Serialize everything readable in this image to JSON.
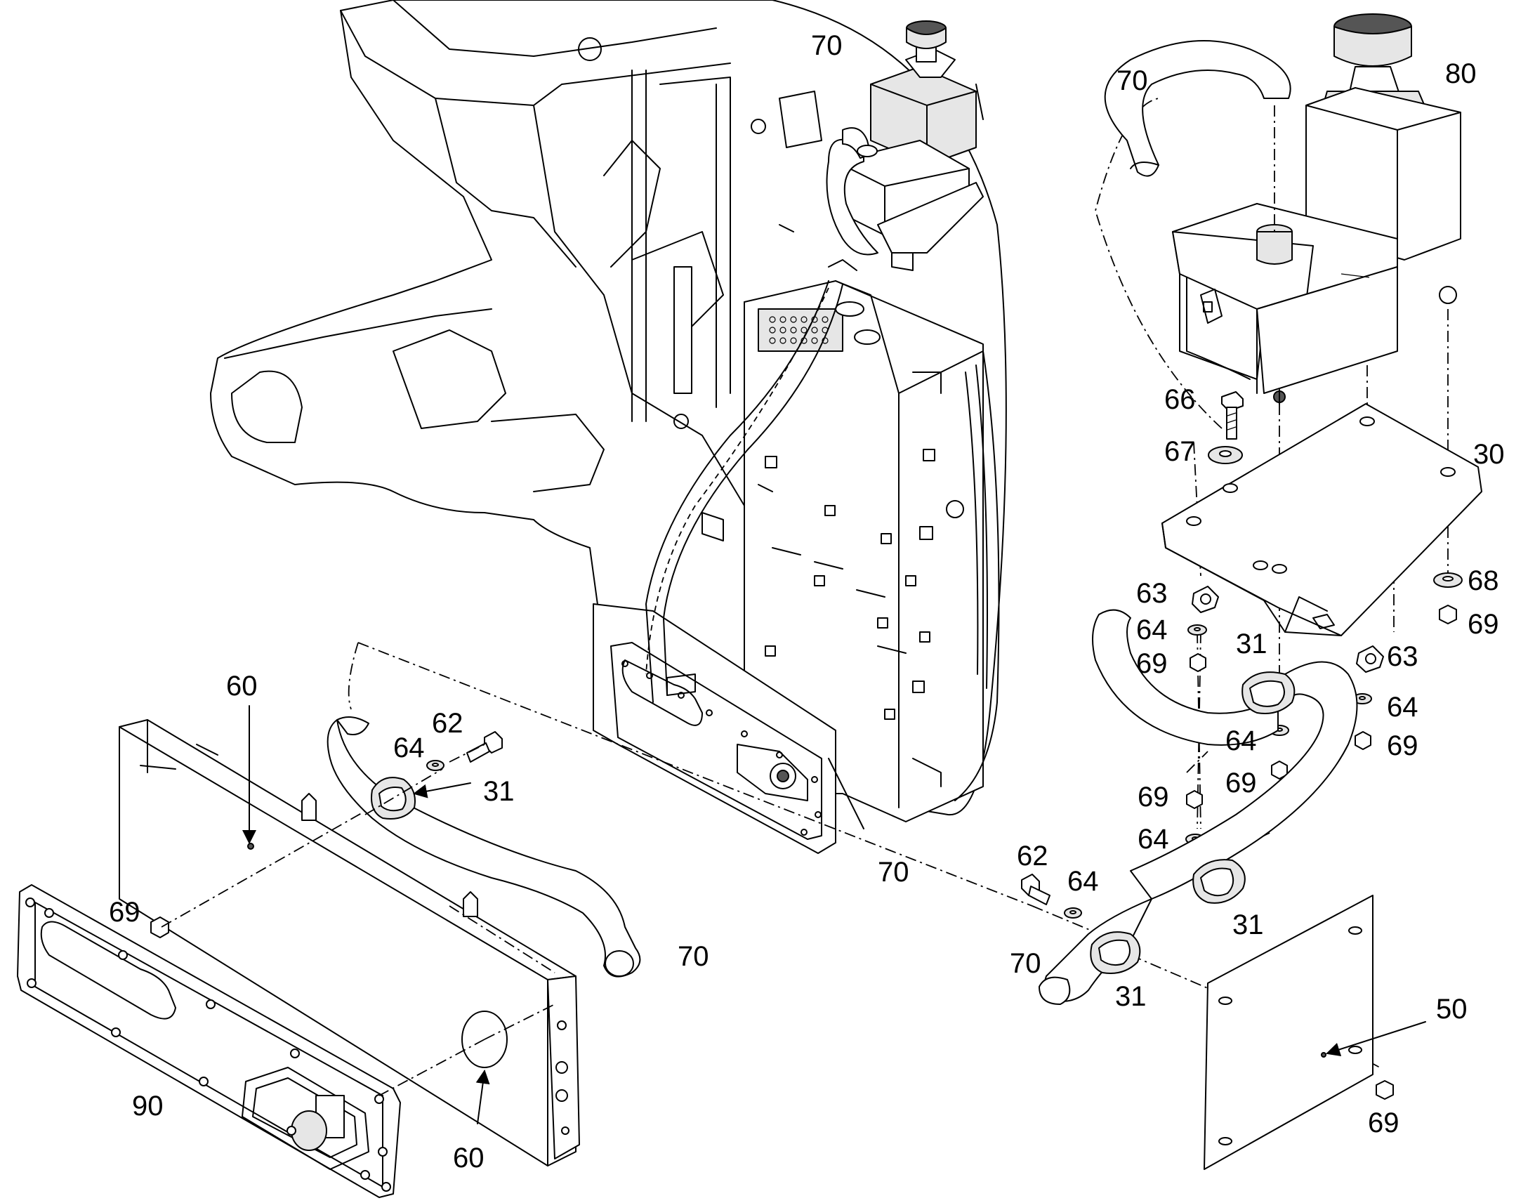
{
  "diagram": {
    "callouts": [
      {
        "id": "c-70-top",
        "text": "70"
      },
      {
        "id": "c-70-tr",
        "text": "70"
      },
      {
        "id": "c-80",
        "text": "80"
      },
      {
        "id": "c-66",
        "text": "66"
      },
      {
        "id": "c-67",
        "text": "67"
      },
      {
        "id": "c-30",
        "text": "30"
      },
      {
        "id": "c-68",
        "text": "68"
      },
      {
        "id": "c-69-r1",
        "text": "69"
      },
      {
        "id": "c-63-a",
        "text": "63"
      },
      {
        "id": "c-64-a",
        "text": "64"
      },
      {
        "id": "c-69-a",
        "text": "69"
      },
      {
        "id": "c-31-a",
        "text": "31"
      },
      {
        "id": "c-63-b",
        "text": "63"
      },
      {
        "id": "c-64-b",
        "text": "64"
      },
      {
        "id": "c-69-b",
        "text": "69"
      },
      {
        "id": "c-64-c",
        "text": "64"
      },
      {
        "id": "c-69-c",
        "text": "69"
      },
      {
        "id": "c-69-d",
        "text": "69"
      },
      {
        "id": "c-64-d",
        "text": "64"
      },
      {
        "id": "c-62-r",
        "text": "62"
      },
      {
        "id": "c-64-r",
        "text": "64"
      },
      {
        "id": "c-31-b",
        "text": "31"
      },
      {
        "id": "c-70-r",
        "text": "70"
      },
      {
        "id": "c-31-c",
        "text": "31"
      },
      {
        "id": "c-50",
        "text": "50"
      },
      {
        "id": "c-69-e",
        "text": "69"
      },
      {
        "id": "c-70-mid",
        "text": "70"
      },
      {
        "id": "c-60-top",
        "text": "60"
      },
      {
        "id": "c-62-l",
        "text": "62"
      },
      {
        "id": "c-64-l",
        "text": "64"
      },
      {
        "id": "c-31-l",
        "text": "31"
      },
      {
        "id": "c-69-l",
        "text": "69"
      },
      {
        "id": "c-70-l",
        "text": "70"
      },
      {
        "id": "c-90",
        "text": "90"
      },
      {
        "id": "c-60-bot",
        "text": "60"
      }
    ]
  }
}
